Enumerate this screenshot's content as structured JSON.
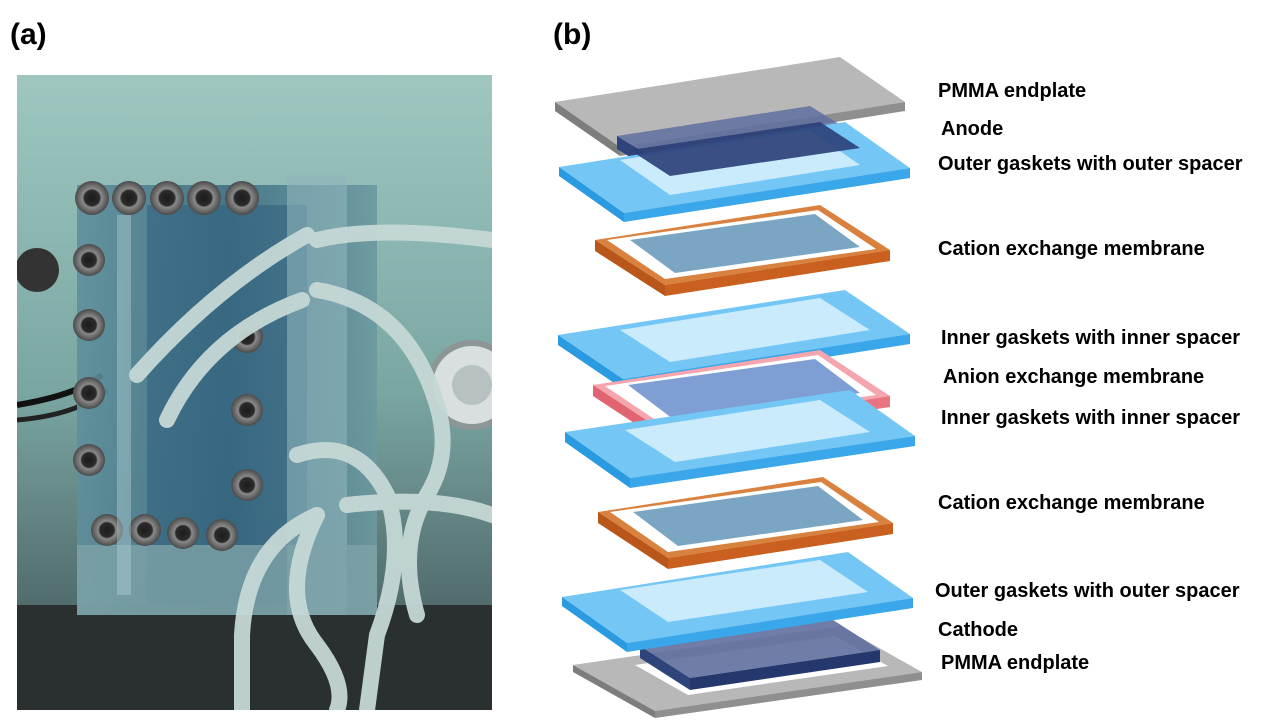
{
  "panels": {
    "a": "(a)",
    "b": "(b)"
  },
  "layers": [
    {
      "label": "PMMA endplate"
    },
    {
      "label": "Anode"
    },
    {
      "label": "Outer gaskets with outer spacer"
    },
    {
      "label": "Cation exchange membrane"
    },
    {
      "label": "Inner gaskets with inner spacer"
    },
    {
      "label": "Anion exchange membrane"
    },
    {
      "label": "Inner gaskets with inner spacer"
    },
    {
      "label": "Cation exchange membrane"
    },
    {
      "label": "Outer gaskets with outer spacer"
    },
    {
      "label": "Cathode"
    },
    {
      "label": "PMMA endplate"
    }
  ],
  "colors": {
    "endplate": "#9b9b9b",
    "electrode": "#2f4f8f",
    "gasket": "#4fb3f0",
    "cation_membrane": "#c8632a",
    "anion_membrane": "#f08c96",
    "membrane_center": "#6b9bc0"
  }
}
